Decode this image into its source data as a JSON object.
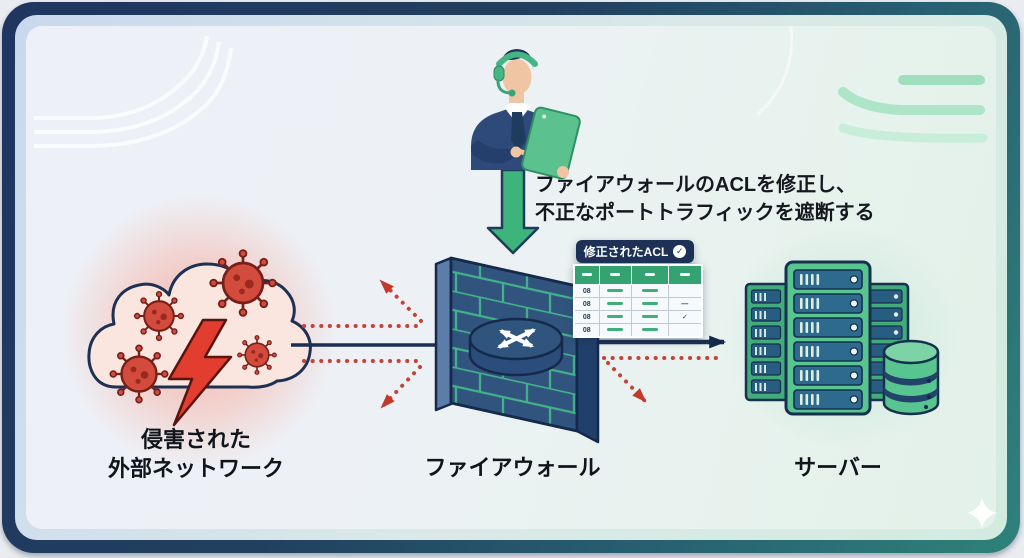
{
  "instruction": {
    "line1": "ファイアウォールのACLを修正し、",
    "line2": "不正なポートトラフィックを遮断する"
  },
  "acl_panel": {
    "title": "修正されたACL",
    "title_check": "✓",
    "rows": [
      {
        "id": "08",
        "mark": ""
      },
      {
        "id": "08",
        "mark": "—"
      },
      {
        "id": "08",
        "mark": "✓"
      },
      {
        "id": "08",
        "mark": ""
      }
    ]
  },
  "labels": {
    "compromised_network_line1": "侵害された",
    "compromised_network_line2": "外部ネットワーク",
    "firewall": "ファイアウォール",
    "server": "サーバー"
  },
  "colors": {
    "frame_navy": "#1f3560",
    "frame_teal": "#2f827a",
    "accent_green": "#3db47c",
    "alert_red": "#c2392e",
    "navy_ink": "#15294a"
  }
}
